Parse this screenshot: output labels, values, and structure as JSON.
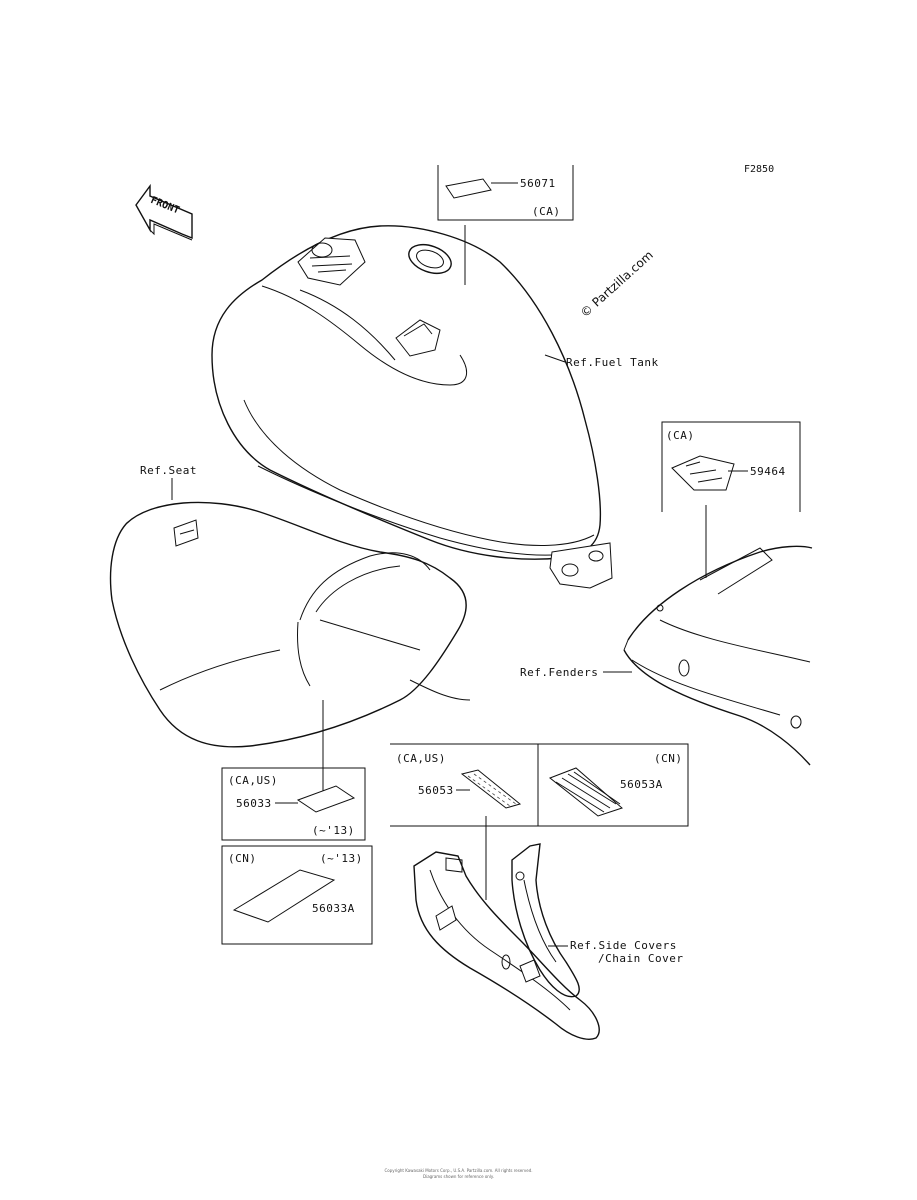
{
  "diagram": {
    "code": "F2850",
    "watermark": "© Partzilla.com",
    "front_label": "FRONT",
    "parts": {
      "p56071": "56071",
      "p56071_region": "(CA)",
      "ref_fuel_tank": "Ref.Fuel Tank",
      "p59464_region": "(CA)",
      "p59464": "59464",
      "ref_seat": "Ref.Seat",
      "ref_fenders": "Ref.Fenders",
      "p56053_region": "(CA,US)",
      "p56053": "56053",
      "p56053A_region": "(CN)",
      "p56053A": "56053A",
      "p56033_region": "(CA,US)",
      "p56033": "56033",
      "p56033_note": "(~'13)",
      "p56033A_region": "(CN)",
      "p56033A_note": "(~'13)",
      "p56033A": "56033A",
      "ref_side_covers_1": "Ref.Side Covers",
      "ref_side_covers_2": "/Chain Cover"
    }
  },
  "footer": {
    "line1": "Copyright Kawasaki Motors Corp., U.S.A. Partzilla.com. All rights reserved.",
    "line2": "Diagrams shown for reference only."
  }
}
